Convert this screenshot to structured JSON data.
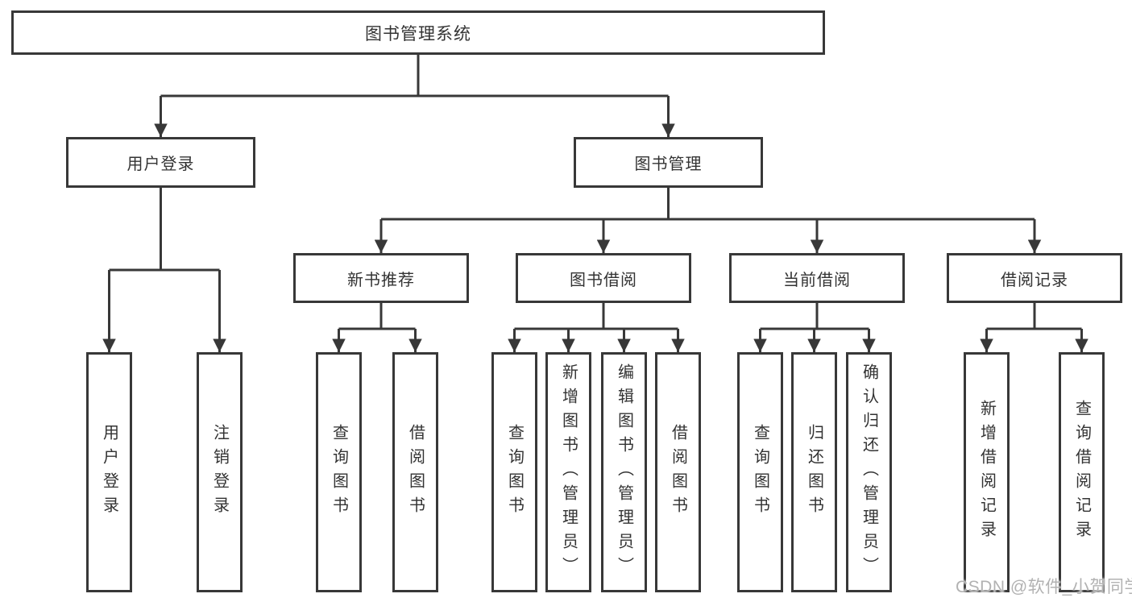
{
  "diagram": {
    "colors": {
      "line": "#383838",
      "text": "#333333",
      "background": "#ffffff",
      "watermark_text": "#b2b2b2"
    },
    "tree": {
      "label": "图书管理系统",
      "children": [
        {
          "label": "用户登录",
          "children": [
            {
              "label": "用户登录"
            },
            {
              "label": "注销登录"
            }
          ]
        },
        {
          "label": "图书管理",
          "children": [
            {
              "label": "新书推荐",
              "children": [
                {
                  "label": "查询图书"
                },
                {
                  "label": "借阅图书"
                }
              ]
            },
            {
              "label": "图书借阅",
              "children": [
                {
                  "label": "查询图书"
                },
                {
                  "label": "新增图书（管理员）"
                },
                {
                  "label": "编辑图书（管理员）"
                },
                {
                  "label": "借阅图书"
                }
              ]
            },
            {
              "label": "当前借阅",
              "children": [
                {
                  "label": "查询图书"
                },
                {
                  "label": "归还图书"
                },
                {
                  "label": "确认归还（管理员）"
                }
              ]
            },
            {
              "label": "借阅记录",
              "children": [
                {
                  "label": "新增借阅记录"
                },
                {
                  "label": "查询借阅记录"
                }
              ]
            }
          ]
        }
      ]
    },
    "watermark": "CSDN @软件_小贺同学"
  }
}
